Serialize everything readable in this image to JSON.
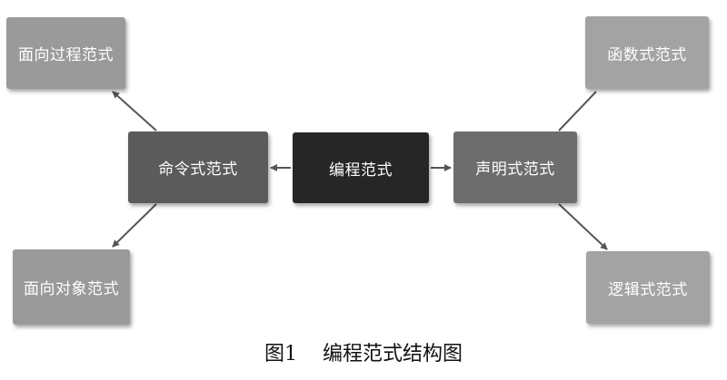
{
  "diagram": {
    "nodes": {
      "root": "编程范式",
      "imperative": "命令式范式",
      "declarative": "声明式范式",
      "procedural": "面向过程范式",
      "object_oriented": "面向对象范式",
      "functional": "函数式范式",
      "logic": "逻辑式范式"
    },
    "edges": [
      {
        "from": "root",
        "to": "imperative"
      },
      {
        "from": "root",
        "to": "declarative"
      },
      {
        "from": "imperative",
        "to": "procedural"
      },
      {
        "from": "imperative",
        "to": "object_oriented"
      },
      {
        "from": "declarative",
        "to": "functional"
      },
      {
        "from": "declarative",
        "to": "logic"
      }
    ],
    "colors": {
      "root": "#262626",
      "level1": "#5b5b5b",
      "leaf": "#9a9a9a",
      "arrow": "#555555"
    }
  },
  "caption": {
    "figure_label": "图1",
    "title": "编程范式结构图"
  }
}
